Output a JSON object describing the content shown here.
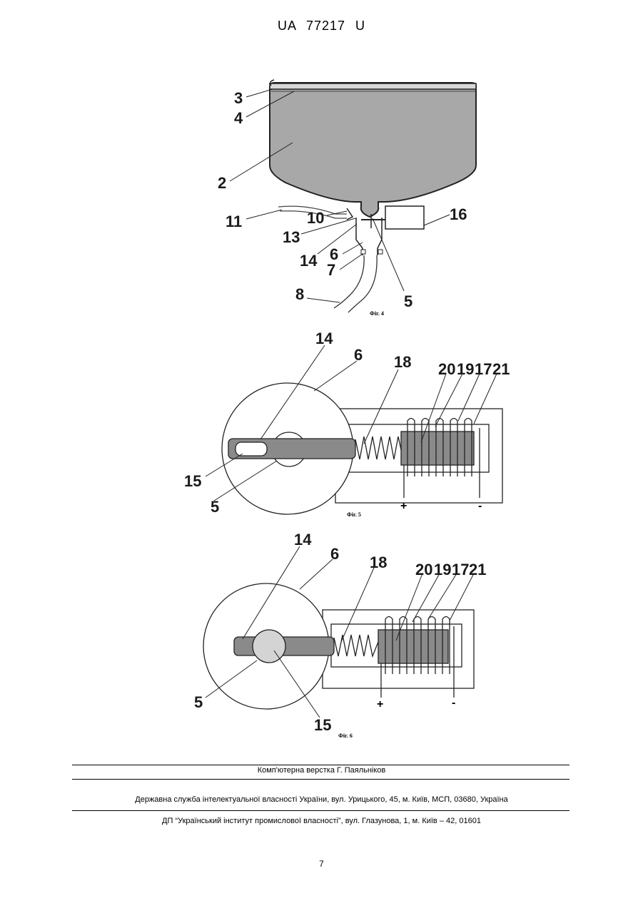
{
  "header": {
    "doc_number": "UA   77217   U"
  },
  "fig4": {
    "caption": "Фіг. 4",
    "labels": {
      "l3": "3",
      "l4": "4",
      "l2": "2",
      "l11": "11",
      "l10": "10",
      "l13": "13",
      "l14": "14",
      "l6": "6",
      "l7": "7",
      "l8": "8",
      "l5": "5",
      "l16": "16"
    }
  },
  "fig5": {
    "caption": "Фіг. 5",
    "labels": {
      "l14": "14",
      "l6": "6",
      "l18": "18",
      "l20": "20",
      "l19": "19",
      "l17": "17",
      "l21": "21",
      "l15": "15",
      "l5": "5",
      "plus": "+",
      "minus": "-"
    }
  },
  "fig6": {
    "caption": "Фіг. 6",
    "labels": {
      "l14": "14",
      "l6": "6",
      "l18": "18",
      "l20": "20",
      "l19": "19",
      "l17": "17",
      "l21": "21",
      "l5": "5",
      "l15": "15",
      "plus": "+",
      "minus": "-"
    }
  },
  "footer": {
    "layout_credit": "Комп'ютерна верстка Г. Паяльніков",
    "agency": "Державна служба інтелектуальної власності України, вул. Урицького, 45, м. Київ, МСП, 03680, Україна",
    "institute": "ДП “Український інститут промислової власності”, вул. Глазунова, 1, м. Київ – 42, 01601",
    "page_number": "7"
  }
}
